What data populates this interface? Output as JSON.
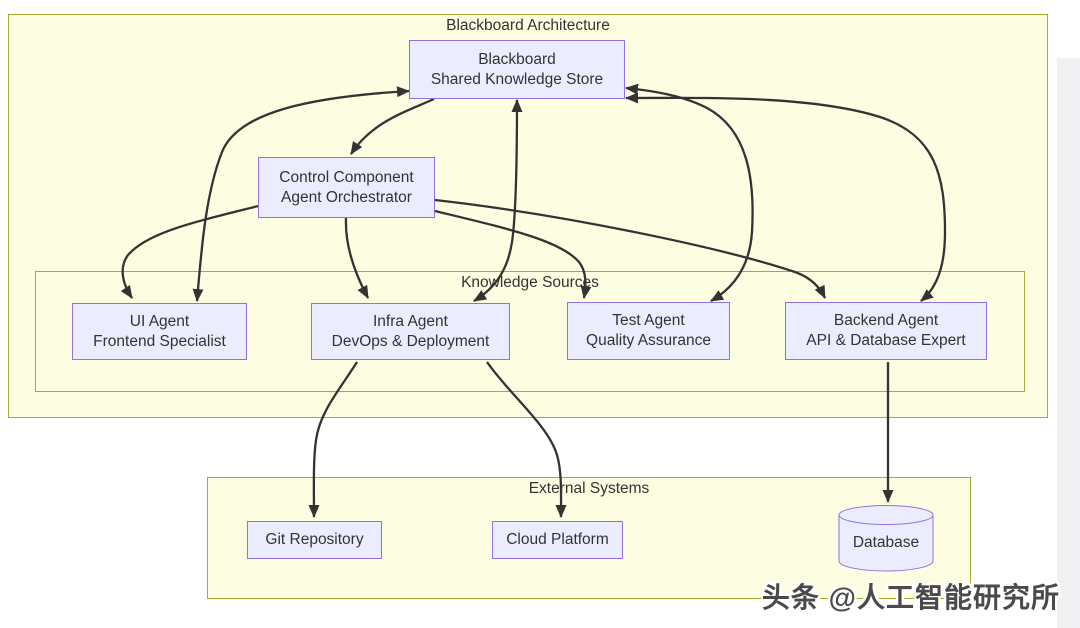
{
  "diagram": {
    "title": "Blackboard Architecture",
    "subgraphs": {
      "knowledge": "Knowledge Sources",
      "external": "External Systems"
    },
    "nodes": {
      "blackboard": {
        "line1": "Blackboard",
        "line2": "Shared Knowledge Store"
      },
      "control": {
        "line1": "Control Component",
        "line2": "Agent Orchestrator"
      },
      "ui": {
        "line1": "UI Agent",
        "line2": "Frontend Specialist"
      },
      "infra": {
        "line1": "Infra Agent",
        "line2": "DevOps & Deployment"
      },
      "test": {
        "line1": "Test Agent",
        "line2": "Quality Assurance"
      },
      "backend": {
        "line1": "Backend Agent",
        "line2": "API & Database Expert"
      },
      "git": {
        "label": "Git Repository"
      },
      "cloud": {
        "label": "Cloud Platform"
      },
      "database": {
        "label": "Database"
      }
    },
    "edges": [
      {
        "from": "Blackboard",
        "to": "Control Component",
        "direction": "one-way"
      },
      {
        "from": "Blackboard",
        "to": "UI Agent",
        "direction": "two-way"
      },
      {
        "from": "Blackboard",
        "to": "Infra Agent",
        "direction": "two-way"
      },
      {
        "from": "Blackboard",
        "to": "Test Agent",
        "direction": "two-way"
      },
      {
        "from": "Blackboard",
        "to": "Backend Agent",
        "direction": "two-way"
      },
      {
        "from": "Control Component",
        "to": "UI Agent",
        "direction": "one-way"
      },
      {
        "from": "Control Component",
        "to": "Infra Agent",
        "direction": "one-way"
      },
      {
        "from": "Control Component",
        "to": "Test Agent",
        "direction": "one-way"
      },
      {
        "from": "Control Component",
        "to": "Backend Agent",
        "direction": "one-way"
      },
      {
        "from": "Infra Agent",
        "to": "Git Repository",
        "direction": "one-way"
      },
      {
        "from": "Infra Agent",
        "to": "Cloud Platform",
        "direction": "one-way"
      },
      {
        "from": "Backend Agent",
        "to": "Database",
        "direction": "one-way"
      }
    ],
    "colors": {
      "node_fill": "#ECECFF",
      "node_border": "#9370DB",
      "subgraph_fill": "#FDFDE2",
      "subgraph_border": "#AAAA33",
      "edge": "#333333",
      "text": "#333333"
    }
  },
  "watermark": {
    "text": "头条 @人工智能研究所"
  }
}
